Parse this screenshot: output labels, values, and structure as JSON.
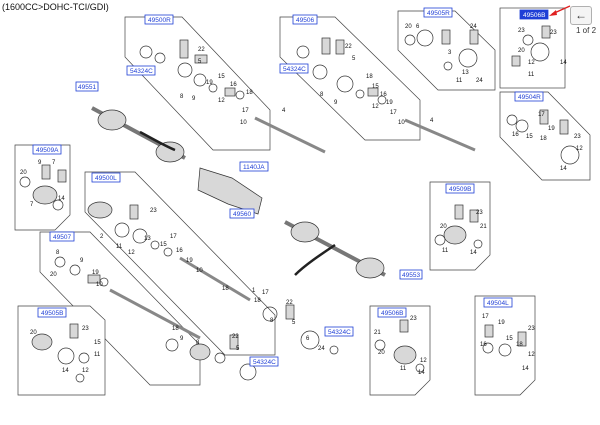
{
  "header": {
    "title": "(1600CC>DOHC-TCI/GDI)"
  },
  "nav": {
    "back_icon": "arrow-left-icon",
    "back_glyph": "←",
    "page": "1 of 2"
  },
  "labels": {
    "l49500R": "49500R",
    "l49506": "49506",
    "l49505R": "49505R",
    "l49506B_top": "49506B",
    "l54324C_a": "54324C",
    "l54324C_b": "54324C",
    "l49551": "49551",
    "l49504R": "49504R",
    "l49509A": "49509A",
    "l49500L": "49500L",
    "l1140JA": "1140JA",
    "l49560": "49560",
    "l49509B": "49509B",
    "l49507": "49507",
    "l49553": "49553",
    "l49505B": "49505B",
    "l54324C_c": "54324C",
    "l54324C_d": "54324C",
    "l49506B": "49506B",
    "l49504L": "49504L"
  },
  "numbers": {
    "n1": "1",
    "n2": "2",
    "n3": "3",
    "n4": "4",
    "n5": "5",
    "n6": "6",
    "n7": "7",
    "n8": "8",
    "n9": "9",
    "n10": "10",
    "n11": "11",
    "n12": "12",
    "n13": "13",
    "n14": "14",
    "n15": "15",
    "n16": "16",
    "n17": "17",
    "n18": "18",
    "n19": "19",
    "n20": "20",
    "n21": "21",
    "n22": "22",
    "n23": "23",
    "n24": "24"
  },
  "colors": {
    "link": "#1f3fd6",
    "highlight": "#1f3fd6",
    "marker": "#e02020"
  }
}
